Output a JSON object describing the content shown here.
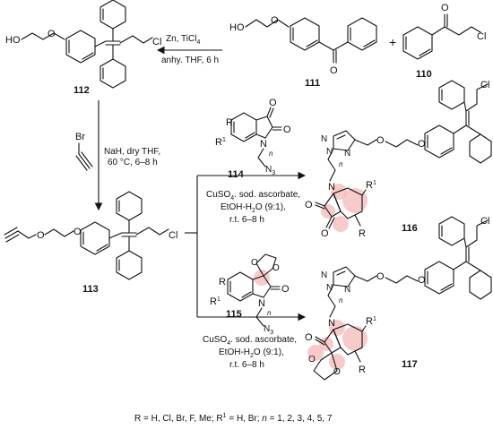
{
  "compounds": {
    "c111": "111",
    "c110": "110",
    "c112": "112",
    "c113": "113",
    "c114": "114",
    "c115": "115",
    "c116": "116",
    "c117": "117"
  },
  "atoms": {
    "ho": "HO",
    "o": "O",
    "cl": "Cl",
    "br": "Br",
    "n": "N",
    "n3": "N",
    "n3_sub": "3",
    "r": "R",
    "r1": "R",
    "r1_sup": "1",
    "n_index": "n"
  },
  "conditions": {
    "step1_line1": "Zn, TiCl",
    "step1_line1_sub": "4",
    "step1_line2": "anhy. THF, 6 h",
    "plus": "+",
    "step2_line1": "NaH, dry THF,",
    "step2_line2": "60 °C, 6–8 h",
    "click_a_line1": "CuSO",
    "click_a_line1_sub": "4",
    "click_a_line1_rest": ". sod. ascorbate,",
    "click_a_line2": "EtOH-H",
    "click_a_line2_sub": "2",
    "click_a_line2_rest": "O (9:1),",
    "click_a_line3": "r.t. 6–8 h",
    "click_b_line1": "CuSO",
    "click_b_line1_sub": "4",
    "click_b_line1_rest": ". sod. ascorbate,",
    "click_b_line2": "EtOH-H",
    "click_b_line2_sub": "2",
    "click_b_line2_rest": "O (9:1),",
    "click_b_line3": "r.t. 6–8 h"
  },
  "footnote": {
    "part1": "R = H, Cl, Br, F, Me; R",
    "sup": "1",
    "part2": " = H, Br; ",
    "n": "n",
    "part3": " = 1, 2, 3, 4, 5, 7"
  }
}
